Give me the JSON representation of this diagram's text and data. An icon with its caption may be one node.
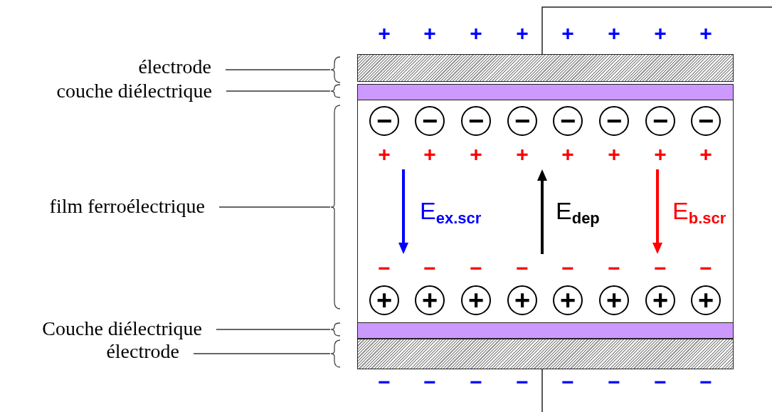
{
  "diagram": {
    "nodes": [
      {
        "text": [
          "électrode"
        ]
      },
      {
        "text": [
          "couche diélectrique"
        ]
      },
      {
        "text": [
          "film ferroélectrique"
        ]
      },
      {
        "text": [
          "Couche diélectrique"
        ]
      },
      {
        "text": [
          "électrode"
        ]
      },
      {
        "text": [],
        "shape": "box"
      },
      {
        "text": [],
        "shape": "bar"
      },
      {
        "text": [],
        "shape": "box"
      },
      {
        "text": [],
        "shape": "bar"
      },
      {
        "text": [],
        "shape": "box"
      }
    ],
    "edges": [
      {
        "from": 0,
        "to": 5,
        "arrow": "none"
      },
      {
        "from": 1,
        "to": 6,
        "arrow": "none"
      },
      {
        "from": 2,
        "to": 7,
        "arrow": "none"
      },
      {
        "from": 3,
        "to": 8,
        "arrow": "none"
      },
      {
        "from": 4,
        "to": 9,
        "arrow": "none"
      }
    ],
    "labels": [
      "+",
      "+",
      "+",
      "+",
      "+",
      "+",
      "+",
      "+",
      "−",
      "−",
      "−",
      "−",
      "−",
      "−",
      "−",
      "−",
      "+",
      "+",
      "+",
      "+",
      "+",
      "+",
      "+",
      "+",
      "E$_{ex.scr}$",
      "E$_{dep}$",
      "E$_{b.scr}$",
      "−",
      "−",
      "−",
      "−",
      "−",
      "−",
      "−",
      "−",
      "+",
      "+",
      "+",
      "+",
      "+",
      "+",
      "+",
      "+",
      "−",
      "−",
      "−",
      "−",
      "−",
      "−",
      "−",
      "−"
    ]
  }
}
